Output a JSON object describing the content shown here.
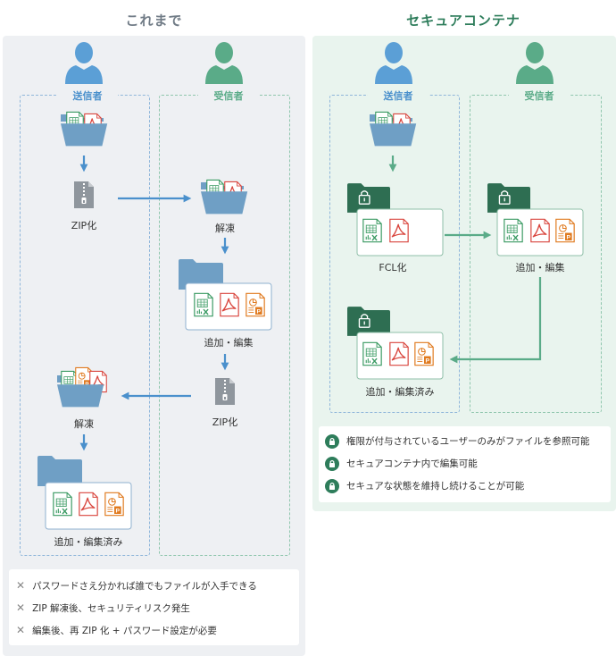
{
  "left": {
    "title": "これまで",
    "sender_label": "送信者",
    "receiver_label": "受信者",
    "step_zip": "ZIP化",
    "step_unzip": "解凍",
    "step_edit": "追加・編集",
    "step_zip2": "ZIP化",
    "step_unzip2": "解凍",
    "step_done": "追加・編集済み",
    "notes": [
      "パスワードさえ分かれば誰でもファイルが入手できる",
      "ZIP 解凍後、セキュリティリスク発生",
      "編集後、再 ZIP 化 + パスワード設定が必要"
    ]
  },
  "right": {
    "title": "セキュアコンテナ",
    "sender_label": "送信者",
    "receiver_label": "受信者",
    "step_fcl": "FCL化",
    "step_edit": "追加・編集",
    "step_done": "追加・編集済み",
    "notes": [
      "権限が付与されているユーザーのみがファイルを参照可能",
      "セキュアコンテナ内で編集可能",
      "セキュアな状態を維持し続けることが可能"
    ]
  },
  "colors": {
    "left_title": "#707b86",
    "right_title": "#2e7d5b",
    "left_panel": "#eef0f3",
    "right_panel": "#e9f4ee",
    "person_blue": "#5b9fd6",
    "person_green": "#5aab88",
    "arrow_blue": "#4a90cc",
    "arrow_green": "#5aab88",
    "folder_blue": "#6f9fc5",
    "folder_green": "#2e6e52"
  },
  "icons": [
    "person-icon",
    "folder-icon",
    "excel-icon",
    "pdf-icon",
    "ppt-icon",
    "zip-icon",
    "lock-icon",
    "cross-icon",
    "arrow-icon"
  ]
}
